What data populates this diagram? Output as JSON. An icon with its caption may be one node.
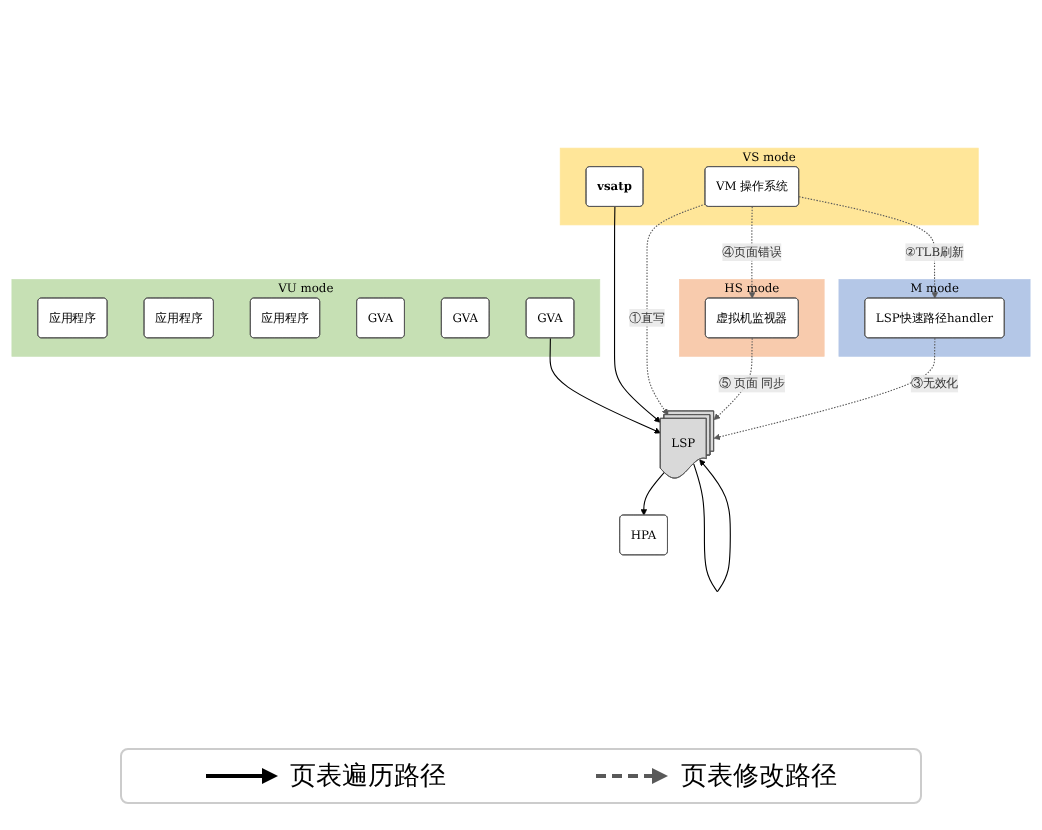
{
  "diagram": {
    "nodes": [
      {
        "text": [
          "VU mode"
        ]
      },
      {
        "text": [
          "应用程序"
        ],
        "in": 0
      },
      {
        "text": [
          "应用程序"
        ],
        "in": 0
      },
      {
        "text": [
          "应用程序"
        ],
        "in": 0
      },
      {
        "text": [
          "GVA"
        ],
        "in": 0
      },
      {
        "text": [
          "GVA"
        ],
        "in": 0
      },
      {
        "text": [
          "GVA"
        ],
        "in": 0
      },
      {
        "text": [
          "VS mode"
        ]
      },
      {
        "text": [
          "VM 操作系统"
        ],
        "in": 7
      },
      {
        "text": [
          "vsatp"
        ],
        "in": 7
      },
      {
        "text": [
          "HS mode"
        ]
      },
      {
        "text": [
          "虚拟机监视器"
        ],
        "in": 10
      },
      {
        "text": [
          "M mode"
        ]
      },
      {
        "text": [
          "LSP快速路径handler"
        ],
        "in": 12
      },
      {
        "text": [
          "LSP"
        ]
      },
      {
        "text": [
          "HPA"
        ]
      }
    ],
    "edges": [
      {
        "from": 6,
        "to": 14,
        "arrow": "to"
      },
      {
        "from": 9,
        "to": 14,
        "arrow": "to"
      },
      {
        "from": 14,
        "to": 14,
        "arrow": "to"
      },
      {
        "from": 14,
        "to": 15,
        "arrow": "to"
      },
      {
        "from": 8,
        "to": 14,
        "arrow": "to",
        "label": "①直写",
        "style": "dashed",
        "color": "#595959"
      },
      {
        "from": 8,
        "to": 13,
        "arrow": "to",
        "label": "②TLB刷新",
        "style": "dashed",
        "color": "#595959"
      },
      {
        "from": 8,
        "to": 11,
        "arrow": "to",
        "label": "④页面错误",
        "style": "dashed",
        "color": "#595959"
      },
      {
        "from": 11,
        "to": 14,
        "arrow": "to",
        "label": "⑤ 页面 同步",
        "style": "dashed",
        "color": "#595959"
      },
      {
        "from": 13,
        "to": 14,
        "arrow": "to",
        "label": "③无效化",
        "style": "dashed",
        "color": "#595959"
      }
    ],
    "legend": [
      {
        "text": "页表遍历路径"
      },
      {
        "text": "页表修改路径"
      }
    ]
  }
}
